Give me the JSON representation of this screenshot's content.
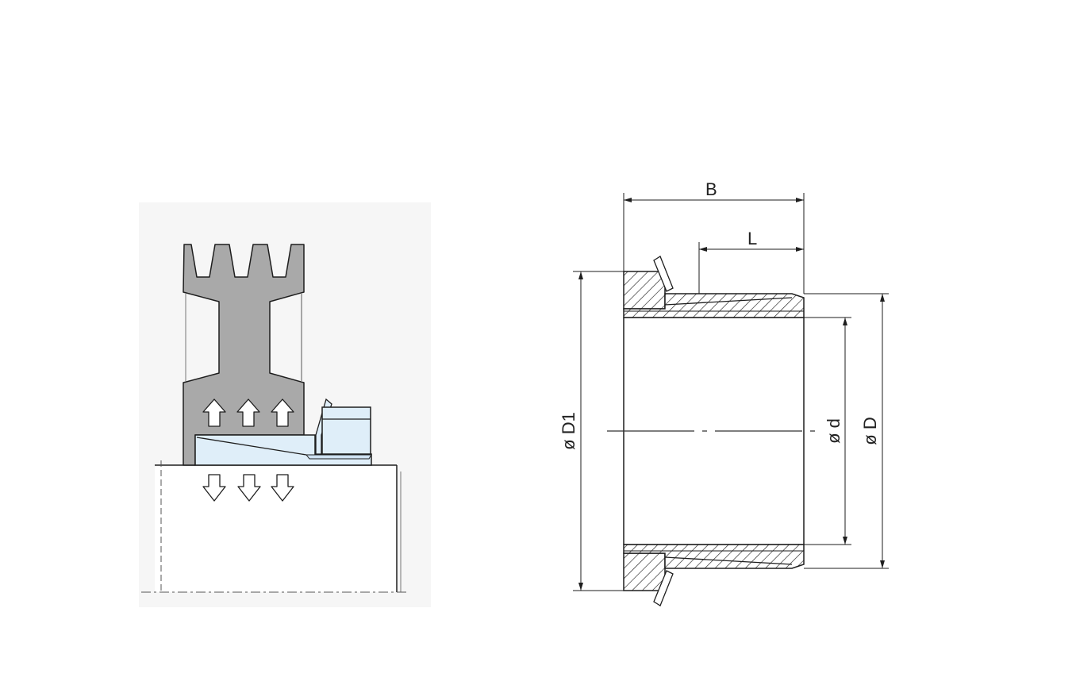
{
  "figure": {
    "colors": {
      "panel_bg": "#f6f6f6",
      "pulley_fill": "#a9a9a9",
      "sleeve_fill": "#dfeef9",
      "line": "#1e1e1e"
    },
    "left_view": {
      "arrows_up_count": 3,
      "arrows_down_count": 3
    },
    "right_view": {
      "dimension_labels": {
        "B": "B",
        "L": "L",
        "D1": "ø D1",
        "d": "ø d",
        "D": "ø D"
      }
    }
  }
}
